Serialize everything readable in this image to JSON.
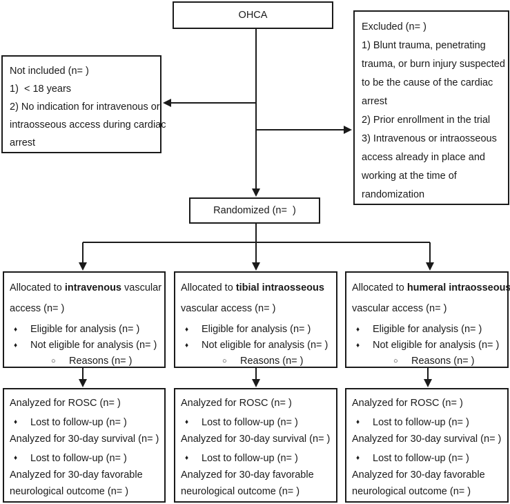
{
  "colors": {
    "line": "#1a1a1a",
    "text": "#1a1a1a",
    "background": "#ffffff"
  },
  "glyphs": {
    "diamond_bullet": "♦",
    "circle_bullet": "○"
  },
  "flowchart": {
    "ohca_box": {
      "label": "OHCA"
    },
    "excluded_box": {
      "lines": [
        "Excluded (n= )",
        "1) Blunt trauma, penetrating",
        "trauma, or burn injury suspected",
        "to be the cause of the cardiac",
        "arrest",
        "2) Prior enrollment in the trial",
        "3) Intravenous or intraosseous",
        "access already in place and",
        "working at the time of",
        "randomization"
      ]
    },
    "not_included_box": {
      "lines": [
        "Not included (n= )",
        "1)  < 18 years",
        "2) No indication for intravenous or",
        "intraosseous access during cardiac",
        "arrest"
      ]
    },
    "randomized_box": {
      "label": "Randomized (n=  )"
    },
    "allocation_boxes": [
      {
        "title_prefix": "Allocated to ",
        "title_bold": "intravenous",
        "title_line1_rest": " vascular",
        "title_line2": "access (n= )",
        "bullet1": "Eligible for analysis (n= )",
        "bullet2": "Not eligible for analysis (n= )",
        "sub_bullet": "Reasons (n= )"
      },
      {
        "title_prefix": "Allocated to ",
        "title_bold": "tibial intraosseous",
        "title_line1_rest": "",
        "title_line2": "vascular access (n= )",
        "bullet1": "Eligible for analysis (n= )",
        "bullet2": "Not eligible for analysis (n= )",
        "sub_bullet": "Reasons (n= )"
      },
      {
        "title_prefix": "Allocated to ",
        "title_bold": "humeral intraosseous",
        "title_line1_rest": "",
        "title_line2": "vascular access (n= )",
        "bullet1": "Eligible for analysis (n= )",
        "bullet2": "Not eligible for analysis (n= )",
        "sub_bullet": "Reasons (n= )"
      }
    ],
    "analysis_boxes": [
      {
        "line1": "Analyzed for ROSC (n= )",
        "bullet1": "Lost to follow-up (n= )",
        "line2": "Analyzed for 30-day survival (n= )",
        "bullet2": "Lost to follow-up (n= )",
        "line3a": "Analyzed for 30-day favorable",
        "line3b": "neurological outcome (n= )"
      },
      {
        "line1": "Analyzed for ROSC (n= )",
        "bullet1": "Lost to follow-up (n= )",
        "line2": "Analyzed for 30-day survival (n= )",
        "bullet2": "Lost to follow-up (n= )",
        "line3a": "Analyzed for 30-day favorable",
        "line3b": "neurological outcome (n= )"
      },
      {
        "line1": "Analyzed for ROSC (n= )",
        "bullet1": "Lost to follow-up (n= )",
        "line2": "Analyzed for 30-day survival (n= )",
        "bullet2": "Lost to follow-up (n= )",
        "line3a": "Analyzed for 30-day favorable",
        "line3b": "neurological outcome (n= )"
      }
    ]
  }
}
